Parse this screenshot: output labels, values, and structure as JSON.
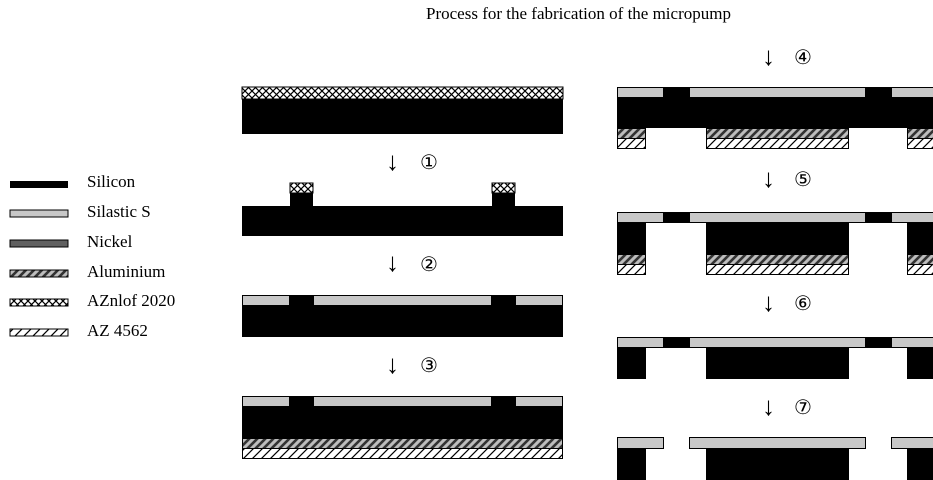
{
  "title": "Process for the fabrication of the micropump",
  "legend": [
    {
      "label": "Silicon",
      "material": "silicon"
    },
    {
      "label": "Silastic S",
      "material": "silastic"
    },
    {
      "label": "Nickel",
      "material": "nickel"
    },
    {
      "label": "Aluminium",
      "material": "aluminium"
    },
    {
      "label": "AZnlof 2020",
      "material": "aznlof"
    },
    {
      "label": "AZ 4562",
      "material": "az4562"
    }
  ],
  "steps": [
    "①",
    "②",
    "③",
    "④",
    "⑤",
    "⑥",
    "⑦"
  ],
  "arrow_glyph": "↓",
  "colors": {
    "silicon": "#000000",
    "silastic": "#c8c8c8",
    "nickel": "#606060",
    "aluminium_stripe": "#555555",
    "outline": "#000000"
  }
}
